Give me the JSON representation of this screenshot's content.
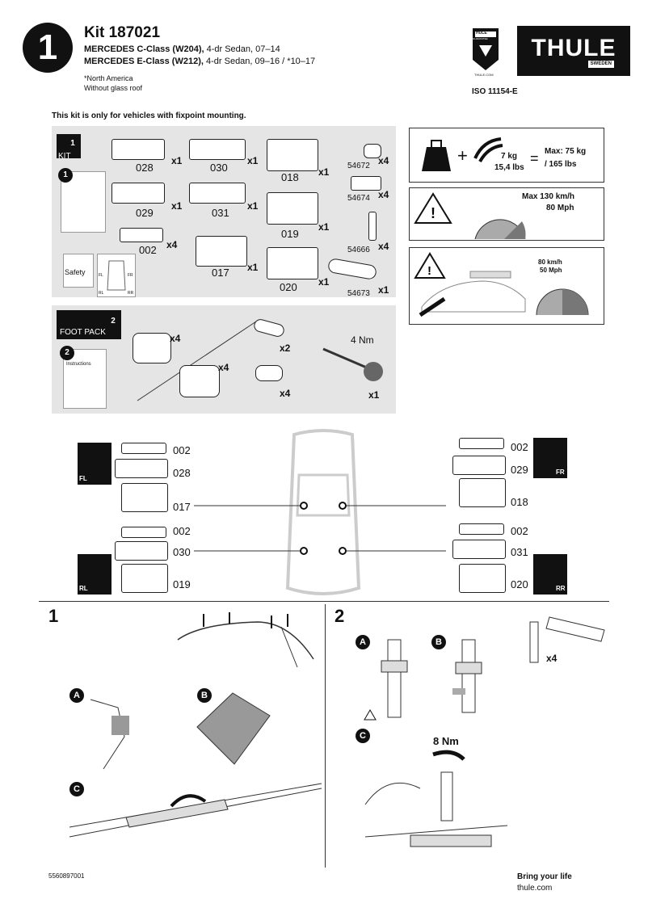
{
  "header": {
    "step": "1",
    "kit_title": "Kit 187021",
    "vehicle1_bold": "MERCEDES C-Class (W204),",
    "vehicle1_rest": " 4-dr Sedan, 07–14",
    "vehicle2_bold": "MERCEDES E-Class (W212),",
    "vehicle2_rest": " 4-dr Sedan, 09–16 / *10–17",
    "note1": "*North America",
    "note2": "Without glass roof",
    "logo": "THULE",
    "logo_sub": "SWEDEN",
    "badge_top": "THULE",
    "badge_sub": "GUARANTEE",
    "badge_url": "THULE.COM",
    "iso": "ISO 11154-E",
    "kit_only": "This kit is only for vehicles with fixpoint mounting."
  },
  "kit_panel": {
    "kit_label": "KIT",
    "kit_num": "1",
    "manual_num": "1",
    "safety": "Safety",
    "fl": "FL",
    "fr": "FR",
    "rl": "RL",
    "rr": "RR",
    "parts": [
      {
        "code": "028",
        "qty": "x1"
      },
      {
        "code": "030",
        "qty": "x1"
      },
      {
        "code": "018",
        "qty": "x1"
      },
      {
        "code": "029",
        "qty": "x1"
      },
      {
        "code": "031",
        "qty": "x1"
      },
      {
        "code": "019",
        "qty": "x1"
      },
      {
        "code": "002",
        "qty": "x4"
      },
      {
        "code": "017",
        "qty": "x1"
      },
      {
        "code": "020",
        "qty": "x1"
      }
    ],
    "small_parts": [
      {
        "code": "54672",
        "qty": "x4"
      },
      {
        "code": "54674",
        "qty": "x4"
      },
      {
        "code": "54666",
        "qty": "x4"
      },
      {
        "code": "54673",
        "qty": "x1"
      }
    ]
  },
  "foot_panel": {
    "label": "FOOT PACK",
    "num": "2",
    "manual_num": "2",
    "instructions": "Instructions",
    "qty_foot1": "x4",
    "qty_foot2": "x4",
    "qty_key": "x2",
    "qty_lock": "x4",
    "torque": "4 Nm",
    "qty_tool": "x1"
  },
  "info": {
    "weight": "7 kg",
    "weight_lbs": "15,4 lbs",
    "equals": "=",
    "max_load": "Max: 75 kg",
    "max_load_lbs": "/ 165 lbs",
    "max_speed": "Max  130 km/h",
    "max_speed_mph": "80 Mph",
    "offroad_kmh": "80 km/h",
    "offroad_mph": "50 Mph"
  },
  "positions": {
    "fl": {
      "label": "FL",
      "codes": [
        "002",
        "028",
        "017"
      ]
    },
    "fr": {
      "label": "FR",
      "codes": [
        "002",
        "029",
        "018"
      ]
    },
    "rl": {
      "label": "RL",
      "codes": [
        "002",
        "030",
        "019"
      ]
    },
    "rr": {
      "label": "RR",
      "codes": [
        "002",
        "031",
        "020"
      ]
    }
  },
  "step1": {
    "num": "1",
    "a": "A",
    "b": "B",
    "c": "C"
  },
  "step2": {
    "num": "2",
    "a": "A",
    "b": "B",
    "c": "C",
    "torque": "8 Nm",
    "qty": "x4"
  },
  "footer": {
    "code": "5560897001",
    "slogan": "Bring your life",
    "url": "thule.com"
  },
  "colors": {
    "panel": "#e5e5e5",
    "accent": "#111111"
  }
}
